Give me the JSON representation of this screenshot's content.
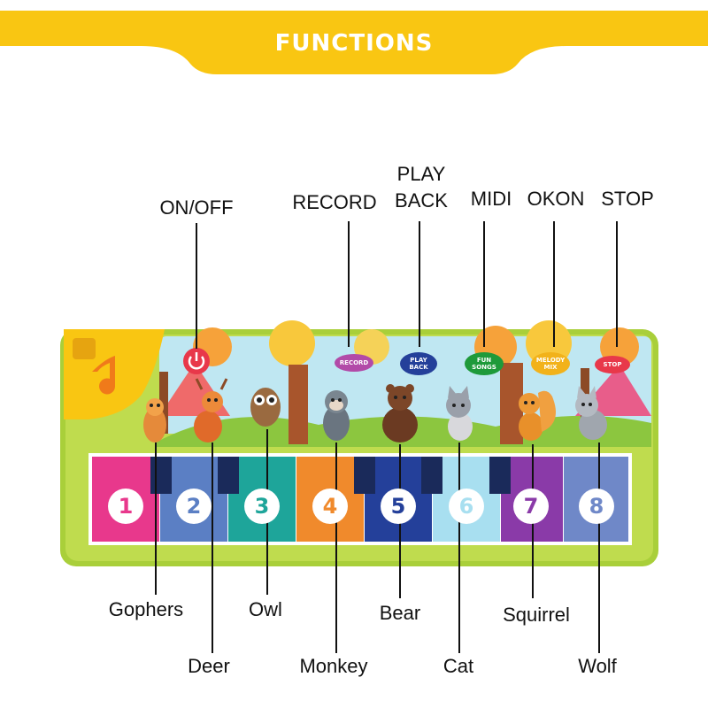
{
  "banner": {
    "title": "FUNCTIONS",
    "color": "#f9c612"
  },
  "top_labels": {
    "on_off": "ON/OFF",
    "record": "RECORD",
    "play_line1": "PLAY",
    "play_line2": "BACK",
    "midi": "MIDI",
    "okon": "OKON",
    "stop": "STOP"
  },
  "bottom_labels": {
    "gophers": "Gophers",
    "deer": "Deer",
    "owl": "Owl",
    "monkey": "Monkey",
    "bear": "Bear",
    "cat": "Cat",
    "squirrel": "Squirrel",
    "wolf": "Wolf"
  },
  "mat": {
    "buttons": {
      "record": "RECORD",
      "play_back": "PLAY BACK",
      "fun_songs": "FUN SONGS",
      "melody_mix": "MELODY MIX",
      "stop": "STOP"
    },
    "keys": [
      "1",
      "2",
      "3",
      "4",
      "5",
      "6",
      "7",
      "8"
    ],
    "key_colors": [
      "#e8388c",
      "#5b7fc4",
      "#1ea59a",
      "#f08a2c",
      "#24409a",
      "#a8dff0",
      "#8a3aa8",
      "#6f88c8"
    ],
    "mat_color": "#a9cf3a"
  }
}
